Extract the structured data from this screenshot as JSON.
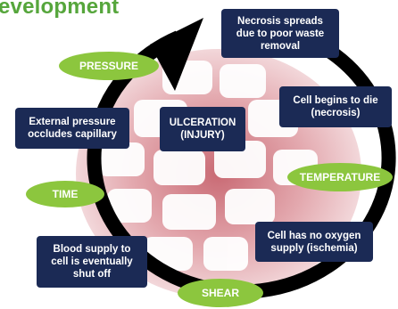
{
  "header": {
    "title": "evelopment"
  },
  "cycle_steps": [
    {
      "id": "necrosis-spreads",
      "lines": [
        "Necrosis spreads",
        "due to poor waste",
        "removal"
      ]
    },
    {
      "id": "cell-begins-to-die",
      "lines": [
        "Cell begins to die",
        "(necrosis)"
      ]
    },
    {
      "id": "cell-no-oxygen",
      "lines": [
        "Cell has no oxygen",
        "supply (ischemia)"
      ]
    },
    {
      "id": "blood-supply-shut",
      "lines": [
        "Blood supply to",
        "cell is eventually",
        "shut off"
      ]
    },
    {
      "id": "external-pressure",
      "lines": [
        "External pressure",
        "occludes capillary"
      ]
    }
  ],
  "center": {
    "lines": [
      "ULCERATION",
      "(INJURY)"
    ]
  },
  "factors": [
    "PRESSURE",
    "TEMPERATURE",
    "TIME",
    "SHEAR"
  ],
  "colors": {
    "title_green": "#56a63c",
    "factor_green": "#8cc63e",
    "box_navy": "#1b2a55",
    "ring_black": "#000000",
    "tissue_pink": "#e3a8ae"
  }
}
